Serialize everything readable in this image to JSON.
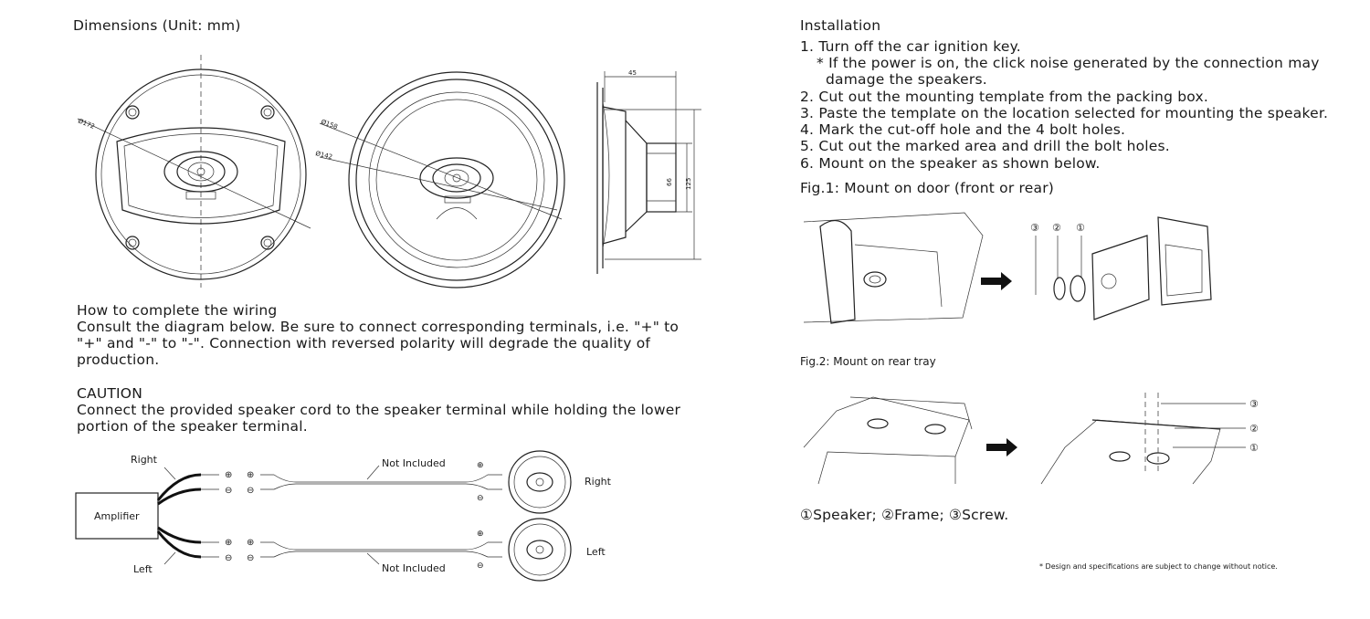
{
  "dimensions": {
    "heading": "Dimensions  (Unit: mm)",
    "labels": {
      "d172": "Ø172",
      "d158": "Ø158",
      "d142": "Ø142",
      "w45": "45",
      "h66": "66",
      "h125": "125"
    }
  },
  "wiring": {
    "heading": "How to complete the wiring",
    "body_lines": [
      "Consult the diagram below. Be sure to connect corresponding terminals, i.e. \"+\" to",
      "\"+\" and \"-\" to \"-\". Connection with reversed polarity will degrade the quality of",
      "production."
    ],
    "caution_heading": "CAUTION",
    "caution_lines": [
      "Connect the provided speaker cord to the speaker terminal while holding the lower",
      "portion of the speaker terminal."
    ],
    "diagram": {
      "amplifier": "Amplifier",
      "right_top": "Right",
      "left_bottom": "Left",
      "not_included_top": "Not Included",
      "not_included_bottom": "Not Included",
      "speaker_right": "Right",
      "speaker_left": "Left",
      "plus": "⊕",
      "minus": "⊖"
    }
  },
  "installation": {
    "heading": "Installation",
    "steps": [
      "1. Turn off the car ignition key.",
      "* If the power is on, the click noise generated by the connection may",
      "damage the speakers.",
      "2. Cut out the mounting template from the packing box.",
      "3. Paste the template on the location selected for mounting the speaker.",
      "4. Mark the cut-off hole and the 4 bolt holes.",
      "5. Cut out the marked area and drill the bolt holes.",
      "6. Mount on the speaker as shown below."
    ],
    "fig1_caption": "Fig.1: Mount on door (front or rear)",
    "fig2_caption": "Fig.2: Mount on rear tray",
    "fig_markers": {
      "m1": "①",
      "m2": "②",
      "m3": "③"
    },
    "legend": "①Speaker;  ②Frame;  ③Screw.",
    "disclaimer": "* Design and specifications are subject to change without notice."
  }
}
